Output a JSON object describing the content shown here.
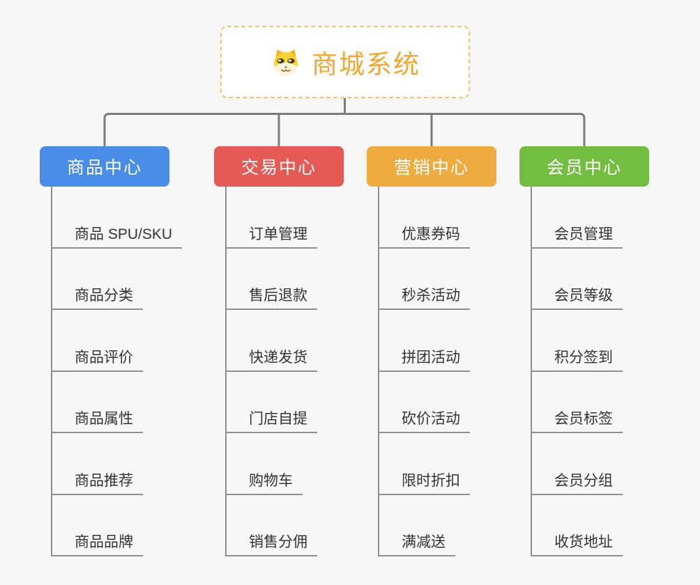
{
  "page": {
    "background_color": "#F7F7F7"
  },
  "root": {
    "title": "商城系统",
    "icon": "dog-face-icon",
    "text_color": "#F5A62B",
    "border_color": "#F8C470"
  },
  "connectors": {
    "tree_line_color": "#7C7C7C",
    "child_line_color": "#8F8F8F"
  },
  "branches": [
    {
      "label": "商品中心",
      "color": "#4A8DE9",
      "children": [
        "商品 SPU/SKU",
        "商品分类",
        "商品评价",
        "商品属性",
        "商品推荐",
        "商品品牌"
      ]
    },
    {
      "label": "交易中心",
      "color": "#E65A56",
      "children": [
        "订单管理",
        "售后退款",
        "快递发货",
        "门店自提",
        "购物车",
        "销售分佣"
      ]
    },
    {
      "label": "营销中心",
      "color": "#EEAC40",
      "children": [
        "优惠券码",
        "秒杀活动",
        "拼团活动",
        "砍价活动",
        "限时折扣",
        "满减送"
      ]
    },
    {
      "label": "会员中心",
      "color": "#73BD40",
      "children": [
        "会员管理",
        "会员等级",
        "积分签到",
        "会员标签",
        "会员分组",
        "收货地址"
      ]
    }
  ]
}
